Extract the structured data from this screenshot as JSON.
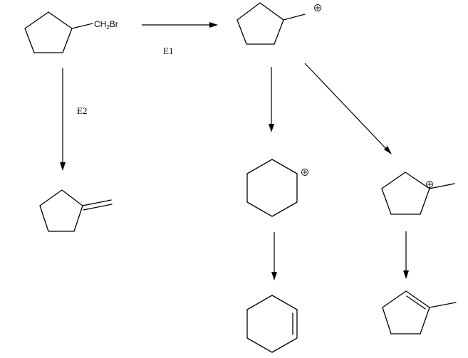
{
  "reactant": {
    "substituent_label": "CH",
    "subscript": "2",
    "halogen": "Br"
  },
  "reactions": {
    "e1_label": "E1",
    "e2_label": "E2"
  },
  "colors": {
    "ink": "#000000",
    "background": "#ffffff"
  },
  "icons": {
    "positive_charge": "circled-plus-icon",
    "reaction_arrow": "arrow-icon"
  }
}
